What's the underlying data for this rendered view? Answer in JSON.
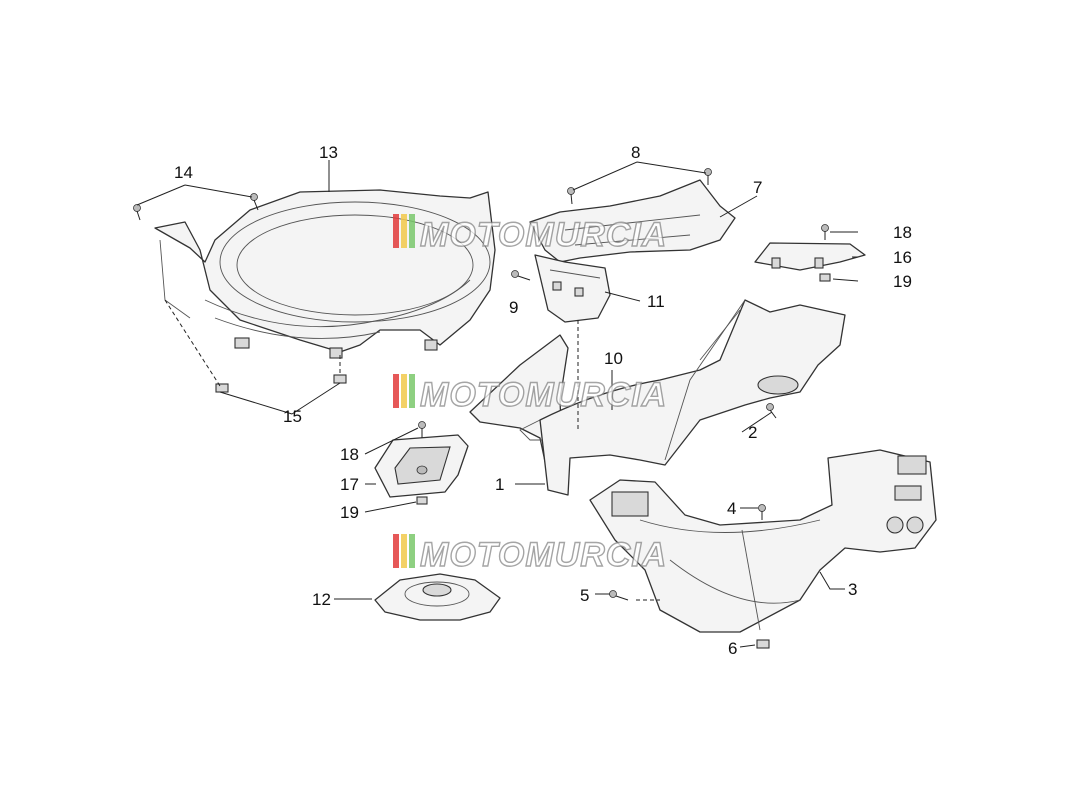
{
  "watermark": {
    "text": "MOTOMURCIA",
    "stripe_colors": [
      "#e23b3b",
      "#f2c94c",
      "#7bc86c"
    ]
  },
  "callouts": {
    "c1": "1",
    "c2": "2",
    "c3": "3",
    "c4": "4",
    "c5": "5",
    "c6": "6",
    "c7": "7",
    "c8": "8",
    "c9": "9",
    "c10": "10",
    "c11": "11",
    "c12": "12",
    "c13": "13",
    "c14": "14",
    "c15": "15",
    "c16": "16",
    "c17": "17",
    "c18a": "18",
    "c18b": "18",
    "c19a": "19",
    "c19b": "19"
  }
}
